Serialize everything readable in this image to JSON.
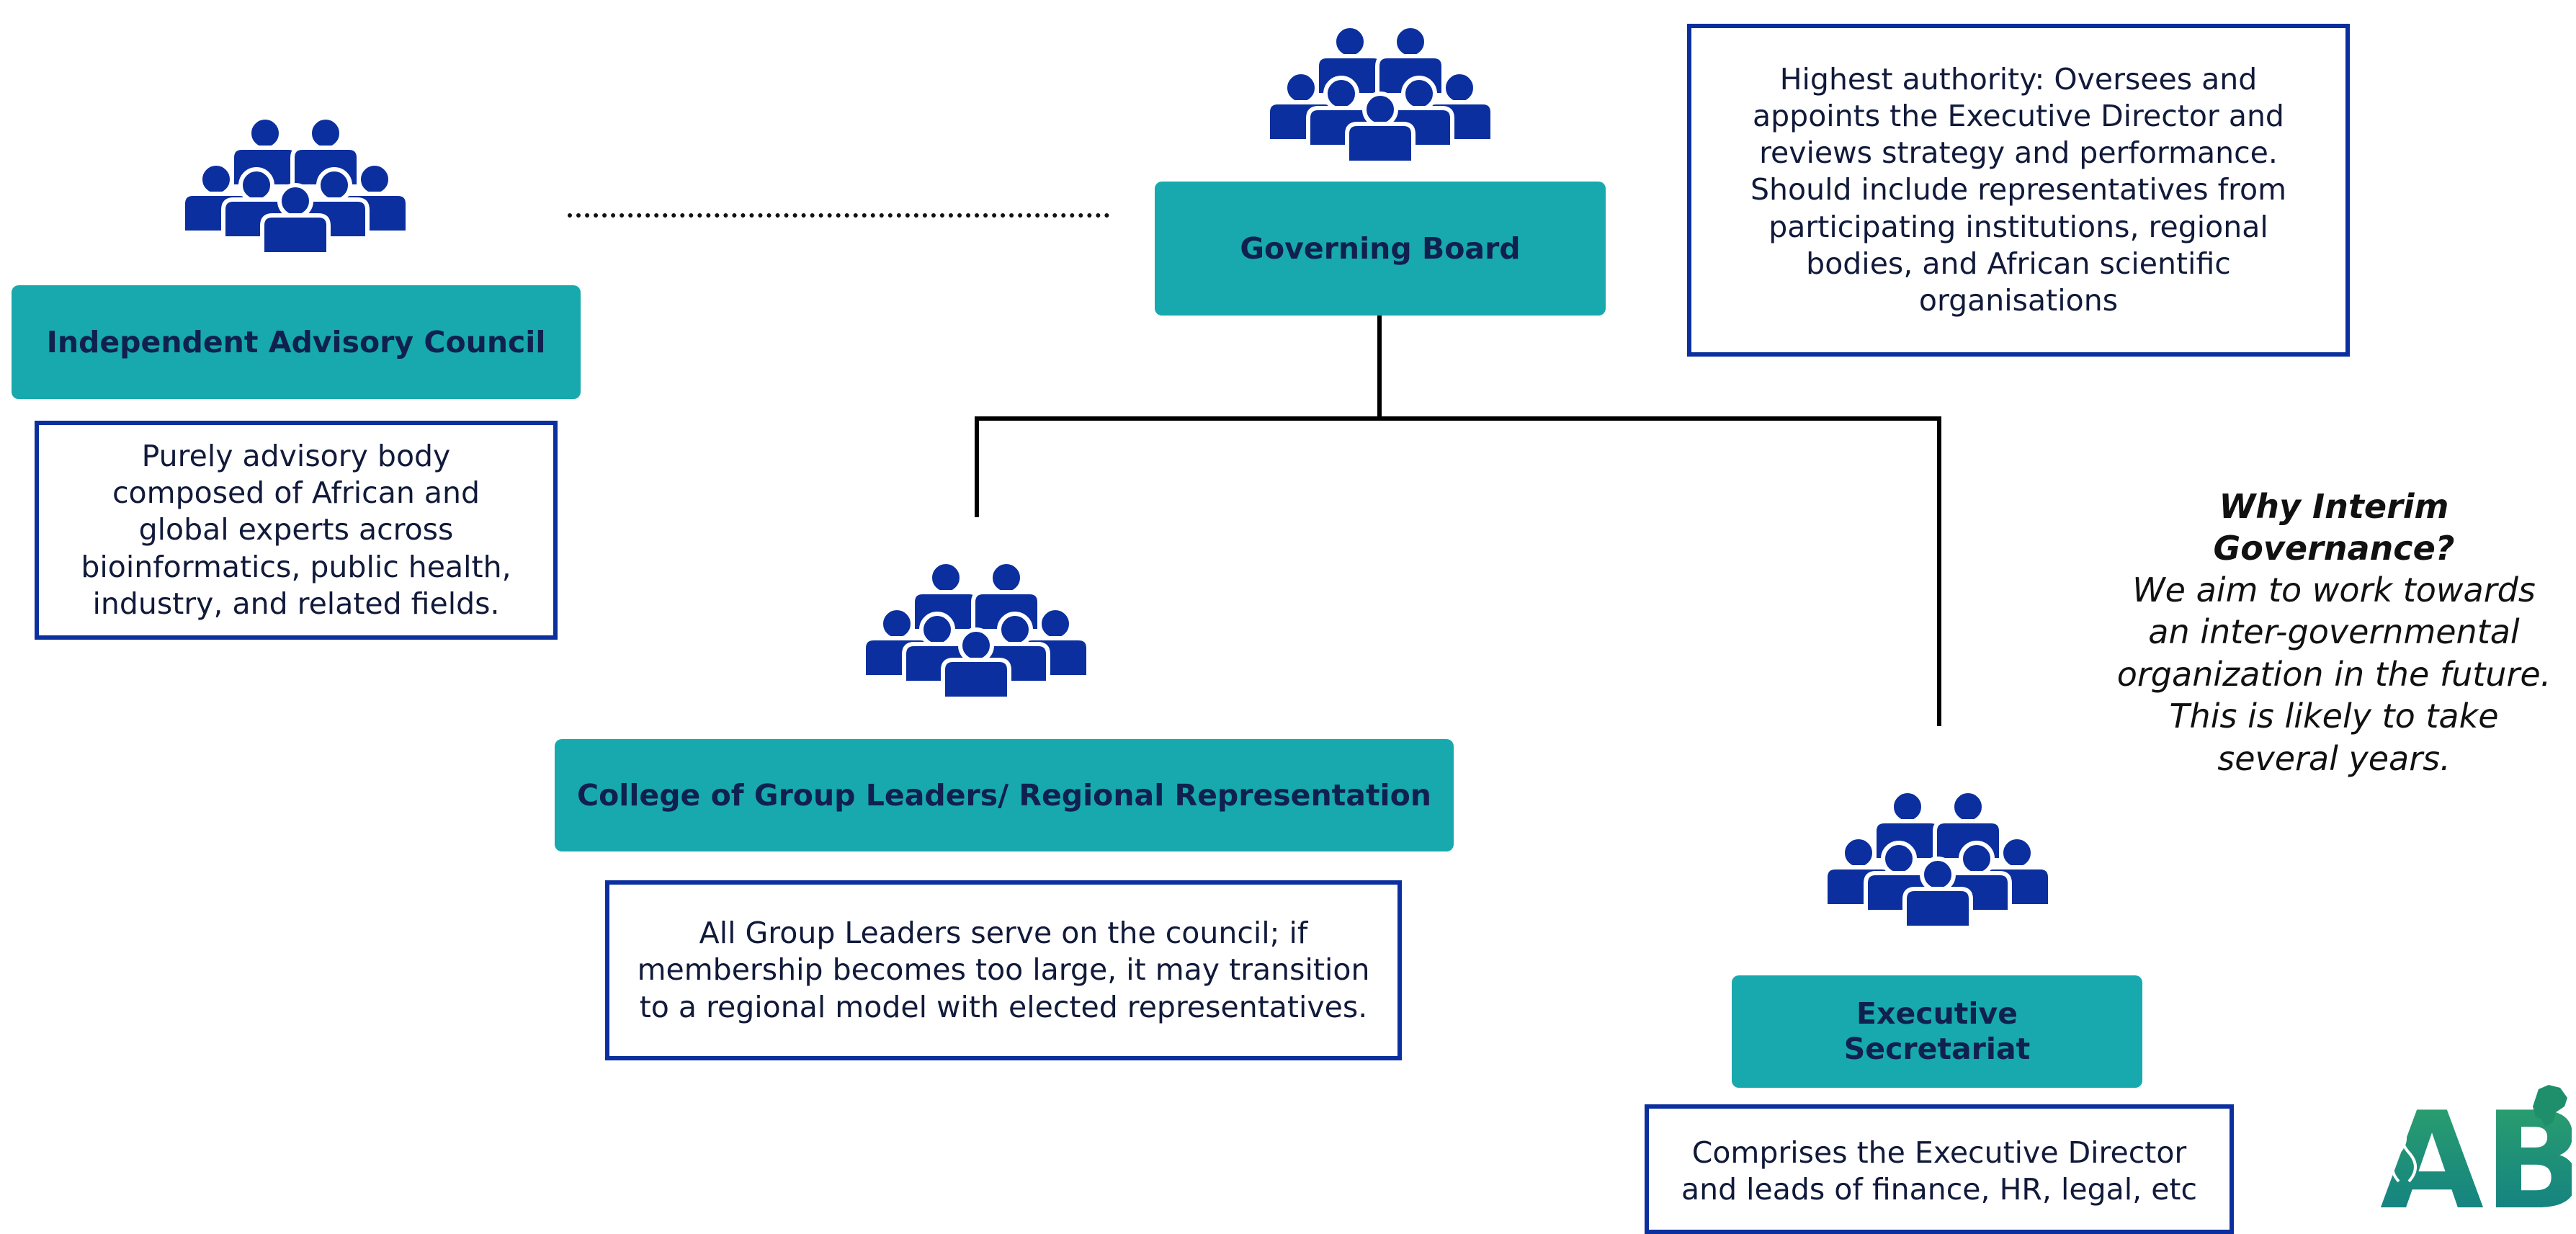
{
  "colors": {
    "icon": "#0b2f9e",
    "teal": "#17a9ad",
    "border": "#0b2f9e",
    "label_text": "#10204f"
  },
  "icons": {
    "people": "people-group-icon"
  },
  "nodes": {
    "governing_board": {
      "label": "Governing Board",
      "description": "Highest authority: Oversees and appoints the Executive Director and reviews strategy and performance. Should include representatives from participating institutions, regional bodies, and African scientific organisations"
    },
    "advisory_council": {
      "label": "Independent Advisory Council",
      "description": "Purely advisory body composed of African and global experts across bioinformatics, public health, industry, and related fields."
    },
    "college": {
      "label": "College of Group Leaders/ Regional Representation",
      "description": "All Group Leaders serve on the council; if membership becomes too large, it may transition to a regional model with elected representatives."
    },
    "secretariat": {
      "label": "Executive Secretariat",
      "description": "Comprises the Executive Director and leads of finance, HR, legal, etc"
    }
  },
  "why": {
    "title": "Why Interim Governance?",
    "body": "We aim to work towards an inter-governmental organization in the future. This is likely to take several years."
  },
  "logo": {
    "text": "ABI"
  }
}
